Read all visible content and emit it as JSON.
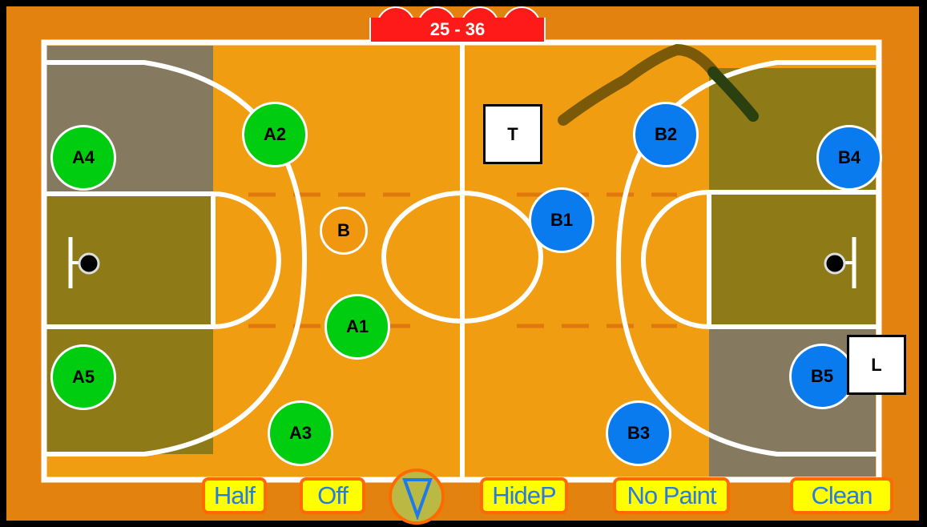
{
  "scoreboard": {
    "score": "25 - 36"
  },
  "team_a": {
    "color": "#00cc10",
    "players": [
      "A1",
      "A2",
      "A3",
      "A4",
      "A5"
    ]
  },
  "team_b": {
    "color": "#0a7bef",
    "players": [
      "B1",
      "B2",
      "B3",
      "B4",
      "B5"
    ]
  },
  "ball": {
    "label": "B"
  },
  "markers": {
    "t": "T",
    "l": "L"
  },
  "toolbar": {
    "half": "Half",
    "off": "Off",
    "toggle_icon": "triangle-down-icon",
    "hide_players": "HideP",
    "no_paint": "No Paint",
    "clean": "Clean"
  },
  "colors": {
    "court": "#f19d12",
    "paint": "#8f7a18",
    "corner": "#857a60",
    "border": "#e3820e",
    "button": "#ffff00",
    "button_border": "#ff6a00",
    "button_text": "#2a7be0"
  }
}
